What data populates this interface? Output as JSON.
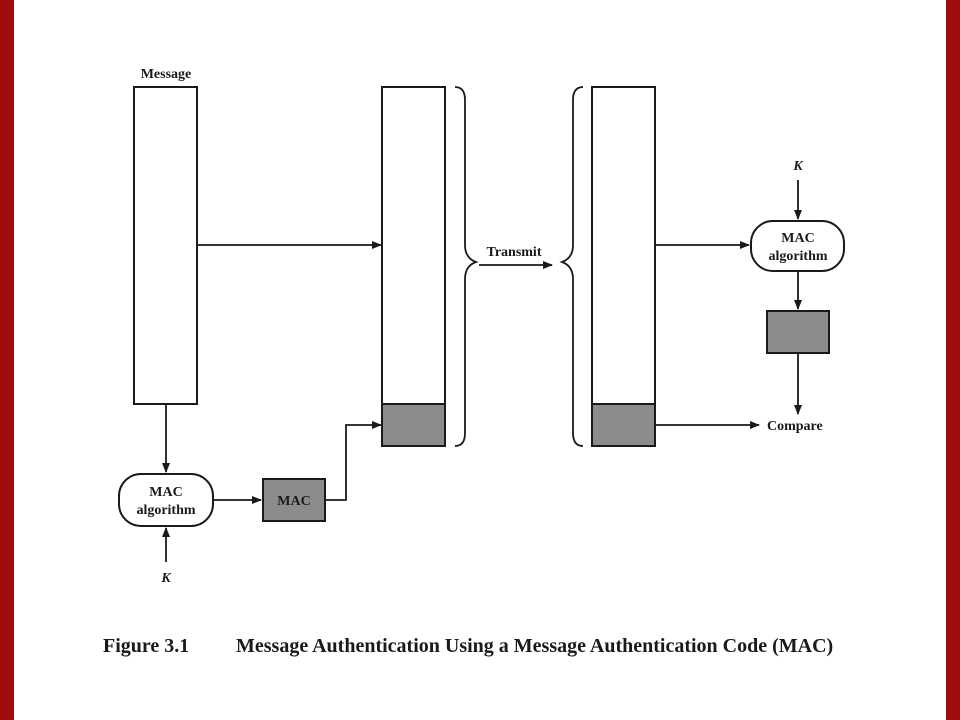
{
  "colors": {
    "border": "#a00d0d",
    "mac_fill": "#8c8c8c",
    "line": "#1a1a1a",
    "background": "#ffffff"
  },
  "labels": {
    "message": "Message",
    "transmit": "Transmit",
    "compare": "Compare",
    "mac_box": "MAC",
    "key_sender": "K",
    "key_receiver": "K",
    "sender_algo_line1": "MAC",
    "sender_algo_line2": "algorithm",
    "receiver_algo_line1": "MAC",
    "receiver_algo_line2": "algorithm"
  },
  "caption": {
    "number": "Figure 3.1",
    "title": "Message Authentication Using a Message Authentication Code (MAC)"
  }
}
